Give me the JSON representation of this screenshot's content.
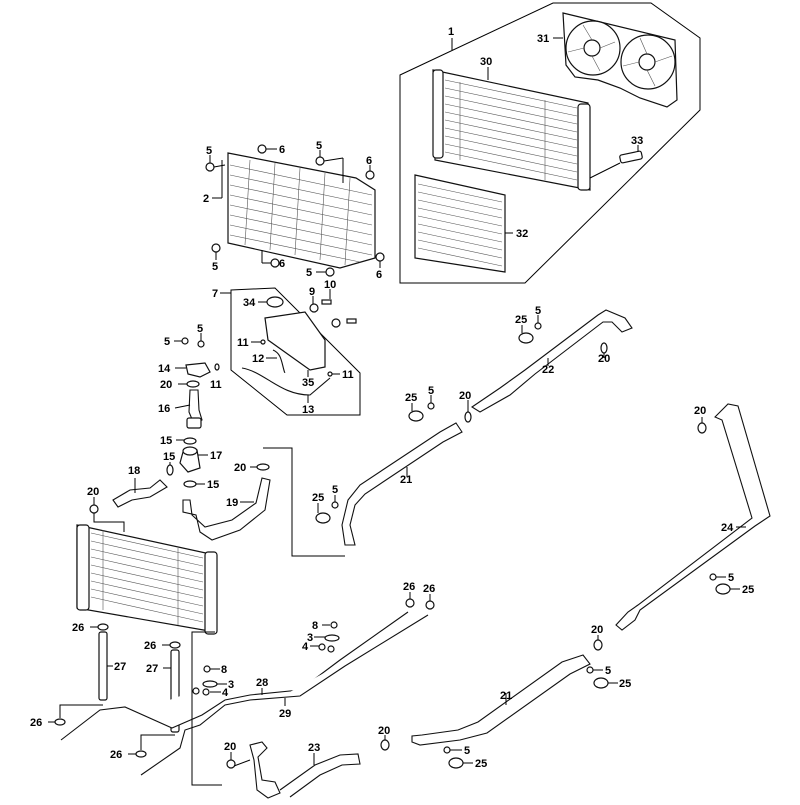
{
  "diagram": {
    "title": "Radiator / cooling system exploded parts diagram",
    "colors": {
      "line": "#000000",
      "background": "#ffffff"
    },
    "callouts": [
      {
        "id": "c1",
        "label": "1"
      },
      {
        "id": "c30",
        "label": "30"
      },
      {
        "id": "c31",
        "label": "31"
      },
      {
        "id": "c33",
        "label": "33"
      },
      {
        "id": "c32",
        "label": "32"
      },
      {
        "id": "c2",
        "label": "2"
      },
      {
        "id": "c5a",
        "label": "5"
      },
      {
        "id": "c6a",
        "label": "6"
      },
      {
        "id": "c5b",
        "label": "5"
      },
      {
        "id": "c6b",
        "label": "6"
      },
      {
        "id": "c5c",
        "label": "5"
      },
      {
        "id": "c6c",
        "label": "6"
      },
      {
        "id": "c5d",
        "label": "5"
      },
      {
        "id": "c6d",
        "label": "6"
      },
      {
        "id": "c7",
        "label": "7"
      },
      {
        "id": "c34",
        "label": "34"
      },
      {
        "id": "c9",
        "label": "9"
      },
      {
        "id": "c10",
        "label": "10"
      },
      {
        "id": "c11a",
        "label": "11"
      },
      {
        "id": "c12",
        "label": "12"
      },
      {
        "id": "c35",
        "label": "35"
      },
      {
        "id": "c11b",
        "label": "11"
      },
      {
        "id": "c13",
        "label": "13"
      },
      {
        "id": "c5e",
        "label": "5"
      },
      {
        "id": "c5f",
        "label": "5"
      },
      {
        "id": "c14",
        "label": "14"
      },
      {
        "id": "c11c",
        "label": "11"
      },
      {
        "id": "c20a",
        "label": "20"
      },
      {
        "id": "c16",
        "label": "16"
      },
      {
        "id": "c15a",
        "label": "15"
      },
      {
        "id": "c15b",
        "label": "15"
      },
      {
        "id": "c17",
        "label": "17"
      },
      {
        "id": "c15c",
        "label": "15"
      },
      {
        "id": "c18",
        "label": "18"
      },
      {
        "id": "c20b",
        "label": "20"
      },
      {
        "id": "c20c",
        "label": "20"
      },
      {
        "id": "c19",
        "label": "19"
      },
      {
        "id": "c25a",
        "label": "25"
      },
      {
        "id": "c5g",
        "label": "5"
      },
      {
        "id": "c22",
        "label": "22"
      },
      {
        "id": "c20d",
        "label": "20"
      },
      {
        "id": "c25b",
        "label": "25"
      },
      {
        "id": "c5h",
        "label": "5"
      },
      {
        "id": "c20e",
        "label": "20"
      },
      {
        "id": "c21a",
        "label": "21"
      },
      {
        "id": "c25c",
        "label": "25"
      },
      {
        "id": "c5i",
        "label": "5"
      },
      {
        "id": "c20f",
        "label": "20"
      },
      {
        "id": "c24",
        "label": "24"
      },
      {
        "id": "c5j",
        "label": "5"
      },
      {
        "id": "c25d",
        "label": "25"
      },
      {
        "id": "c20g",
        "label": "20"
      },
      {
        "id": "c26a",
        "label": "26"
      },
      {
        "id": "c26b",
        "label": "26"
      },
      {
        "id": "c8a",
        "label": "8"
      },
      {
        "id": "c3a",
        "label": "3"
      },
      {
        "id": "c4a",
        "label": "4"
      },
      {
        "id": "c26c",
        "label": "26"
      },
      {
        "id": "c27a",
        "label": "27"
      },
      {
        "id": "c26d",
        "label": "26"
      },
      {
        "id": "c27b",
        "label": "27"
      },
      {
        "id": "c8b",
        "label": "8"
      },
      {
        "id": "c3b",
        "label": "3"
      },
      {
        "id": "c4b",
        "label": "4"
      },
      {
        "id": "c28",
        "label": "28"
      },
      {
        "id": "c29",
        "label": "29"
      },
      {
        "id": "c26e",
        "label": "26"
      },
      {
        "id": "c26f",
        "label": "26"
      },
      {
        "id": "c20h",
        "label": "20"
      },
      {
        "id": "c23",
        "label": "23"
      },
      {
        "id": "c21b",
        "label": "21"
      },
      {
        "id": "c5k",
        "label": "5"
      },
      {
        "id": "c25e",
        "label": "25"
      },
      {
        "id": "c20i",
        "label": "20"
      },
      {
        "id": "c5l",
        "label": "5"
      },
      {
        "id": "c25f",
        "label": "25"
      }
    ]
  }
}
